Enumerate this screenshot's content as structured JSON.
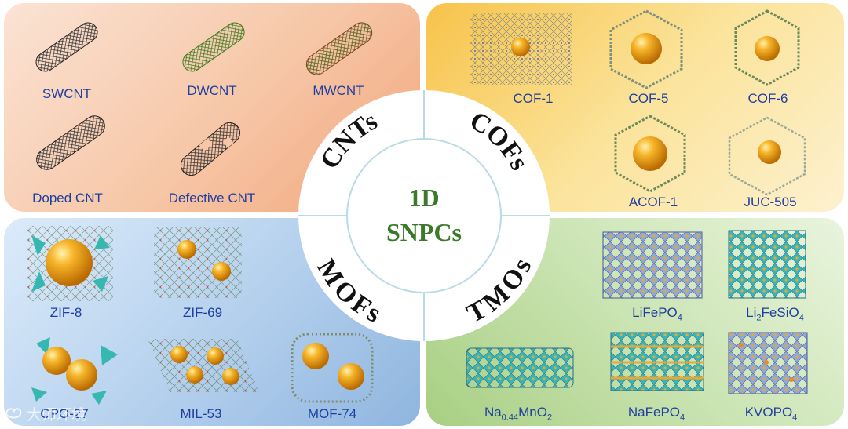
{
  "center": {
    "line1": "1D",
    "line2": "SNPCs"
  },
  "sections": {
    "cnts": "CNTs",
    "cofs": "COFs",
    "mofs": "MOFs",
    "tmos": "TMOs"
  },
  "cnts": {
    "swcnt": "SWCNT",
    "dwcnt": "DWCNT",
    "mwcnt": "MWCNT",
    "doped": "Doped CNT",
    "defective": "Defective CNT"
  },
  "cofs": {
    "cof1": "COF-1",
    "cof5": "COF-5",
    "cof6": "COF-6",
    "acof1": "ACOF-1",
    "juc505": "JUC-505"
  },
  "mofs": {
    "zif8": "ZIF-8",
    "zif69": "ZIF-69",
    "cpo27": "CPO-27",
    "mil53": "MIL-53",
    "mof74": "MOF-74"
  },
  "tmos": {
    "lifepo4": {
      "main": "LiFePO",
      "sub": "4"
    },
    "li2fesio4": {
      "a": "Li",
      "s1": "2",
      "b": "FeSiO",
      "s2": "4"
    },
    "na044mno2": {
      "a": "Na",
      "s1": "0.44",
      "b": "MnO",
      "s2": "2"
    },
    "nafepo4": {
      "main": "NaFePO",
      "sub": "4"
    },
    "kvopo4": {
      "main": "KVOPO",
      "sub": "4"
    }
  },
  "watermark": "大师环境",
  "colors": {
    "cnts_bg": "#f6c6a6",
    "cofs_bg": "#fbe39a",
    "mofs_bg": "#b7d2ee",
    "tmos_bg": "#cbe4b3",
    "label_blue": "#1f3fa0",
    "center_green": "#3a7a2a",
    "sphere_orange": "#f2a01a"
  }
}
